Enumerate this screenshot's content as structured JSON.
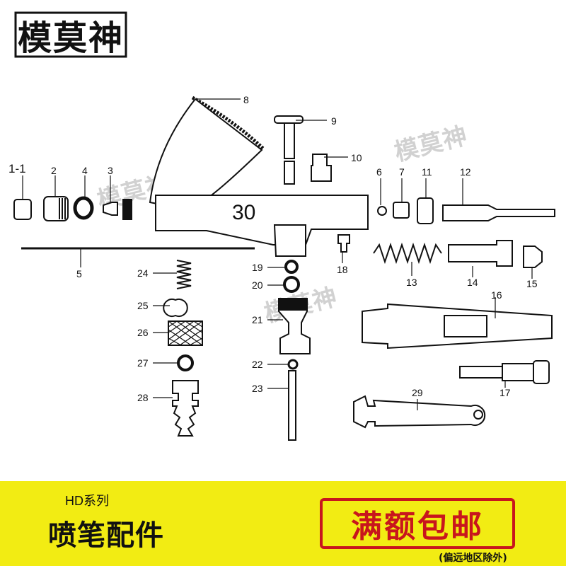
{
  "brand": {
    "logo_text": "模莫神"
  },
  "watermark": "模莫神",
  "parts": {
    "p1_1": "1-1",
    "p2": "2",
    "p3": "3",
    "p4": "4",
    "p5": "5",
    "p6": "6",
    "p7": "7",
    "p8": "8",
    "p9": "9",
    "p10": "10",
    "p11": "11",
    "p12": "12",
    "p13": "13",
    "p14": "14",
    "p15": "15",
    "p16": "16",
    "p17": "17",
    "p18": "18",
    "p19": "19",
    "p20": "20",
    "p21": "21",
    "p22": "22",
    "p23": "23",
    "p24": "24",
    "p25": "25",
    "p26": "26",
    "p27": "27",
    "p28": "28",
    "p29": "29"
  },
  "body_marking": "30",
  "banner": {
    "series": "HD系列",
    "product": "喷笔配件",
    "stamp": "满额包邮",
    "remote_note": "(偏远地区除外)",
    "background_color": "#f2ec13",
    "stamp_color": "#c8161d"
  }
}
